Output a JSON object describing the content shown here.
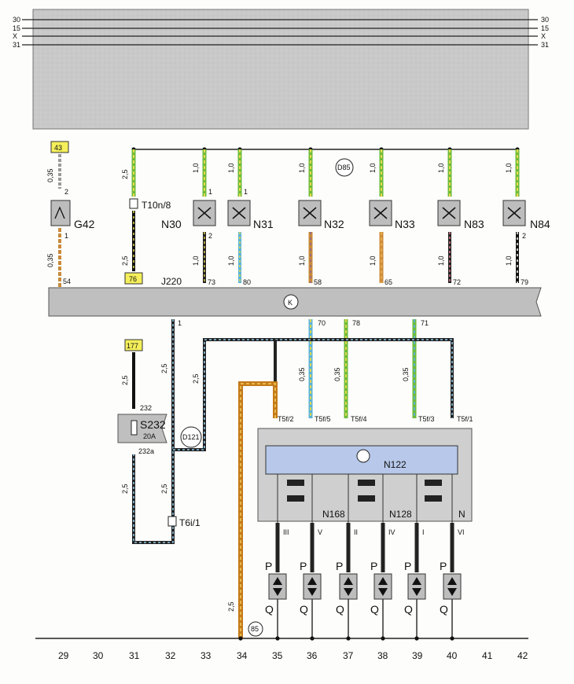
{
  "rails": [
    "30",
    "15",
    "X",
    "31"
  ],
  "ref_boxes": {
    "r43": "43",
    "r76": "76",
    "r177": "177"
  },
  "components": {
    "G42": "G42",
    "N30": "N30",
    "N31": "N31",
    "N32": "N32",
    "N33": "N33",
    "N83": "N83",
    "N84": "N84",
    "J220": "J220",
    "S232": "S232",
    "S232_rating": "20A",
    "N122": "N122",
    "N168": "N168",
    "N128": "N128",
    "N": "N",
    "T10n8": "T10n/8",
    "T6i1": "T6i/1",
    "D85": "D85",
    "D121": "D121",
    "c85": "85"
  },
  "pins": {
    "p54": "54",
    "p73": "73",
    "p80": "80",
    "p58": "58",
    "p65": "65",
    "p72": "72",
    "p79": "79",
    "p70": "70",
    "p78": "78",
    "p71": "71",
    "p1": "1",
    "p232": "232",
    "p232a": "232a",
    "t5f2": "T5f/2",
    "t5f5": "T5f/5",
    "t5f4": "T5f/4",
    "t5f3": "T5f/3",
    "t5f1": "T5f/1",
    "pin1": "1",
    "pin2": "2"
  },
  "wire_sizes": {
    "s035": "0,35",
    "s10": "1,0",
    "s25": "2,5"
  },
  "coil_labels": [
    "III",
    "V",
    "II",
    "IV",
    "I",
    "VI"
  ],
  "spark_top": "P",
  "spark_bottom": "Q",
  "bottom_scale": [
    "29",
    "30",
    "31",
    "32",
    "33",
    "34",
    "35",
    "36",
    "37",
    "38",
    "39",
    "40",
    "41",
    "42"
  ]
}
